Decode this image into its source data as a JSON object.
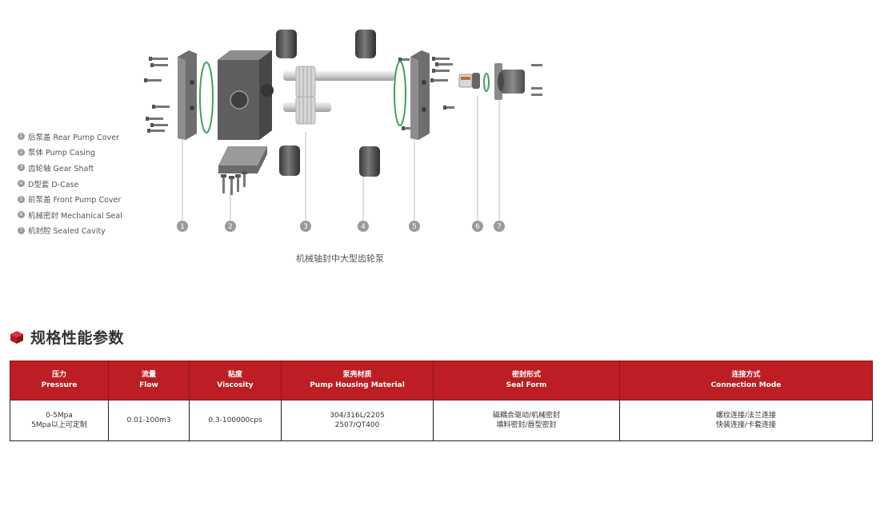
{
  "legend": [
    {
      "num": "1",
      "label": "后泵盖 Rear Pump Cover"
    },
    {
      "num": "2",
      "label": "泵体 Pump Casing"
    },
    {
      "num": "3",
      "label": "齿轮轴  Gear Shaft"
    },
    {
      "num": "4",
      "label": "D型套 D-Case"
    },
    {
      "num": "5",
      "label": "前泵盖 Front Pump Cover"
    },
    {
      "num": "6",
      "label": "机械密封 Mechanical Seal"
    },
    {
      "num": "7",
      "label": "机封腔 Sealed Cavity"
    }
  ],
  "diagram": {
    "callouts": [
      "1",
      "2",
      "3",
      "4",
      "5",
      "6",
      "7"
    ],
    "caption": "机械轴封中大型齿轮泵"
  },
  "spec": {
    "title": "规格性能参数",
    "accent_color": "#bc1e24",
    "icon": "cube-icon",
    "headers": [
      {
        "cn": "压力",
        "en": "Pressure"
      },
      {
        "cn": "流量",
        "en": "Flow"
      },
      {
        "cn": "粘度",
        "en": "Viscosity"
      },
      {
        "cn": "泵壳材质",
        "en": "Pump Housing Material"
      },
      {
        "cn": "密封形式",
        "en": "Seal Form"
      },
      {
        "cn": "连接方式",
        "en": "Connection Mode"
      }
    ],
    "row": [
      [
        "0-5Mpa",
        "5Mpa以上可定制"
      ],
      [
        "0.01-100m3"
      ],
      [
        "0.3-100000cps"
      ],
      [
        "304/316L/2205",
        "2507/QT400"
      ],
      [
        "磁耦合驱动/机械密封",
        "填料密封/唇型密封"
      ],
      [
        "螺纹连接/法兰连接",
        "快装连接/卡套连接"
      ]
    ]
  }
}
